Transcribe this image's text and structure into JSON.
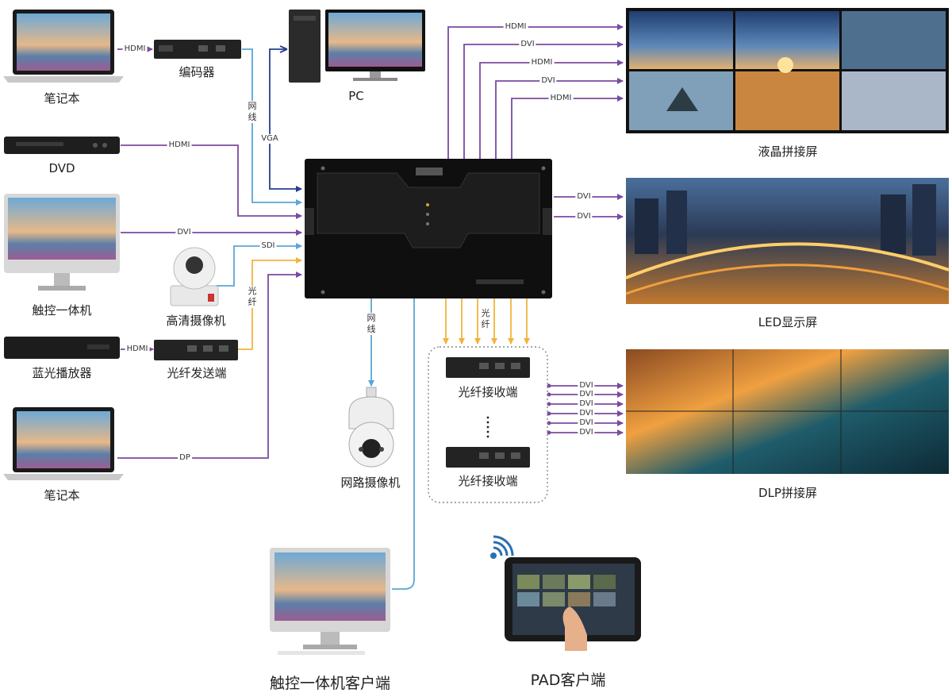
{
  "devices": {
    "laptop_top": "笔记本",
    "encoder": "编码器",
    "pc": "PC",
    "dvd": "DVD",
    "touch_aio": "触控一体机",
    "hd_camera": "高清摄像机",
    "bluray": "蓝光播放器",
    "fiber_tx": "光纤发送端",
    "laptop_bottom": "笔记本",
    "fiber_rx_1": "光纤接收端",
    "fiber_rx_2": "光纤接收端",
    "ip_camera": "网路摄像机",
    "lcd_wall": "液晶拼接屏",
    "led_screen": "LED显示屏",
    "dlp_wall": "DLP拼接屏",
    "touch_client": "触控一体机客户端",
    "pad_client": "PAD客户端"
  },
  "signals": {
    "laptop_encoder": "HDMI",
    "network_v": "网线",
    "vga": "VGA",
    "dvd_hdmi": "HDMI",
    "aio_dvi": "DVI",
    "sdi": "SDI",
    "fiber_v": "光纤",
    "bluray_hdmi": "HDMI",
    "laptop_dp": "DP",
    "network_v2": "网线",
    "fiber_v2": "光纤",
    "lcd_out": [
      "HDMI",
      "DVI",
      "HDMI",
      "DVI",
      "HDMI"
    ],
    "led_out": [
      "DVI",
      "DVI"
    ],
    "dlp_out": [
      "DVI",
      "DVI",
      "DVI",
      "DVI",
      "DVI",
      "DVI"
    ]
  },
  "colors": {
    "purple": "#7b4aa0",
    "navy": "#2a3f8f",
    "light_blue": "#5aa6d6",
    "gold": "#f0b43c"
  }
}
